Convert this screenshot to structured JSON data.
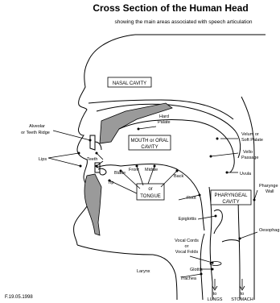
{
  "title": "Cross Section of the Human Head",
  "subtitle": "showing the main areas associated with speech articulation",
  "labels": {
    "nasal_cavity": "NASAL CAVITY",
    "hard_palate": [
      "Hard",
      "Palate"
    ],
    "alveolar_ridge": [
      "Alveolar",
      "or Teeth Ridge"
    ],
    "mouth_cavity": [
      "MOUTH or ORAL",
      "CAVITY"
    ],
    "velum": [
      "Velum or",
      "Soft Palate"
    ],
    "vello_passage": [
      "Vello",
      "Passage"
    ],
    "lips": "Lips",
    "teeth": "Teeth",
    "blade": "Blade",
    "front": "Front",
    "middle": "Middle",
    "back": "Back",
    "tip": "Tip",
    "tongue": [
      "or",
      "TONGUE"
    ],
    "root": "Root",
    "pharyngeal_cavity": [
      "PHARYNGEAL",
      "CAVITY"
    ],
    "uvula": "Uvula",
    "epiglottis": "Epiglottis",
    "pharynx_wall": [
      "Pharynge",
      "Wall"
    ],
    "vocal_cords": [
      "Vocal Cords",
      "or",
      "Vocal Folds"
    ],
    "oesophagus": "Oesophag",
    "larynx": "Larynx",
    "glottis": "Glottis",
    "trachea": "Trachea",
    "to_lungs": [
      "to",
      "LUNGS"
    ],
    "to_stomach": [
      "to",
      "STOMACH"
    ]
  },
  "footer": "F.19.05.1998"
}
